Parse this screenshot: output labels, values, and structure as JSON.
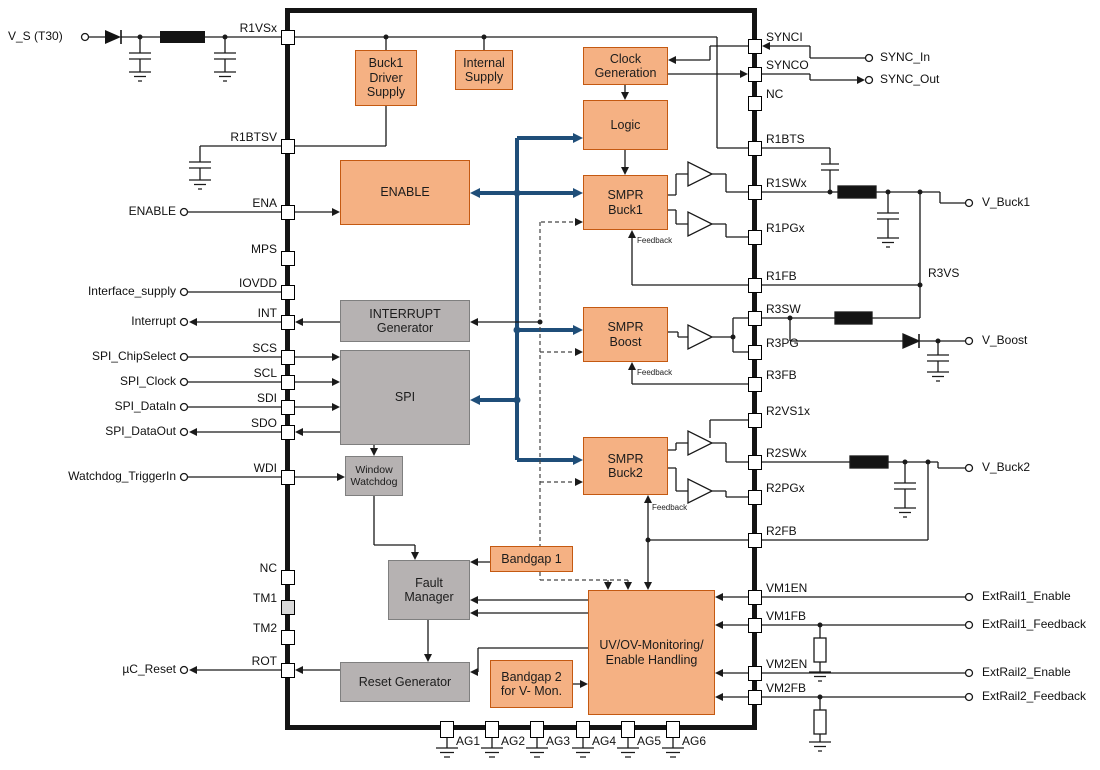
{
  "blocks": {
    "buck1_driver_supply": "Buck1\nDriver\nSupply",
    "internal_supply": "Internal\nSupply",
    "clock_generation": "Clock\nGeneration",
    "logic": "Logic",
    "enable": "ENABLE",
    "smpr_buck1": "SMPR\nBuck1",
    "smpr_boost": "SMPR\nBoost",
    "smpr_buck2": "SMPR\nBuck2",
    "interrupt_generator": "INTERRUPT\nGenerator",
    "spi": "SPI",
    "window_watchdog": "Window\nWatchdog",
    "fault_manager": "Fault\nManager",
    "reset_generator": "Reset Generator",
    "bandgap1": "Bandgap 1",
    "bandgap2": "Bandgap 2\nfor V- Mon.",
    "uv_ov_monitoring": "UV/OV-Monitoring/\nEnable Handling"
  },
  "left_pins": {
    "r1vsx": "R1VSx",
    "r1btsv": "R1BTSV",
    "ena": "ENA",
    "mps": "MPS",
    "iovdd": "IOVDD",
    "int": "INT",
    "scs": "SCS",
    "scl": "SCL",
    "sdi": "SDI",
    "sdo": "SDO",
    "wdi": "WDI",
    "nc": "NC",
    "tm1": "TM1",
    "tm2": "TM2",
    "rot": "ROT"
  },
  "right_pins": {
    "synci": "SYNCI",
    "synco": "SYNCO",
    "nc": "NC",
    "r1bts": "R1BTS",
    "r1swx": "R1SWx",
    "r1pgx": "R1PGx",
    "r1fb": "R1FB",
    "r3sw": "R3SW",
    "r3pg": "R3PG",
    "r3fb": "R3FB",
    "r2vs1x": "R2VS1x",
    "r2swx": "R2SWx",
    "r2pgx": "R2PGx",
    "r2fb": "R2FB",
    "vm1en": "VM1EN",
    "vm1fb": "VM1FB",
    "vm2en": "VM2EN",
    "vm2fb": "VM2FB"
  },
  "bottom_pins": {
    "ag1": "AG1",
    "ag2": "AG2",
    "ag3": "AG3",
    "ag4": "AG4",
    "ag5": "AG5",
    "ag6": "AG6"
  },
  "left_externals": {
    "vs": "V_S (T30)",
    "enable": "ENABLE",
    "interface_supply": "Interface_supply",
    "interrupt": "Interrupt",
    "spi_chipselect": "SPI_ChipSelect",
    "spi_clock": "SPI_Clock",
    "spi_datain": "SPI_DataIn",
    "spi_dataout": "SPI_DataOut",
    "watchdog_triggerin": "Watchdog_TriggerIn",
    "uc_reset": "µC_Reset"
  },
  "right_externals": {
    "sync_in": "SYNC_In",
    "sync_out": "SYNC_Out",
    "v_buck1": "V_Buck1",
    "r3vs": "R3VS",
    "v_boost": "V_Boost",
    "v_buck2": "V_Buck2",
    "extrail1_enable": "ExtRail1_Enable",
    "extrail1_feedback": "ExtRail1_Feedback",
    "extrail2_enable": "ExtRail2_Enable",
    "extrail2_feedback": "ExtRail2_Feedback"
  },
  "labels": {
    "feedback": "Feedback"
  },
  "colors": {
    "block_orange": "#F5B183",
    "block_orange_border": "#C45911",
    "block_gray": "#B6B2B2",
    "block_gray_border": "#7F7F7F",
    "bus_blue": "#1F4E79",
    "chip_border": "#141414"
  }
}
